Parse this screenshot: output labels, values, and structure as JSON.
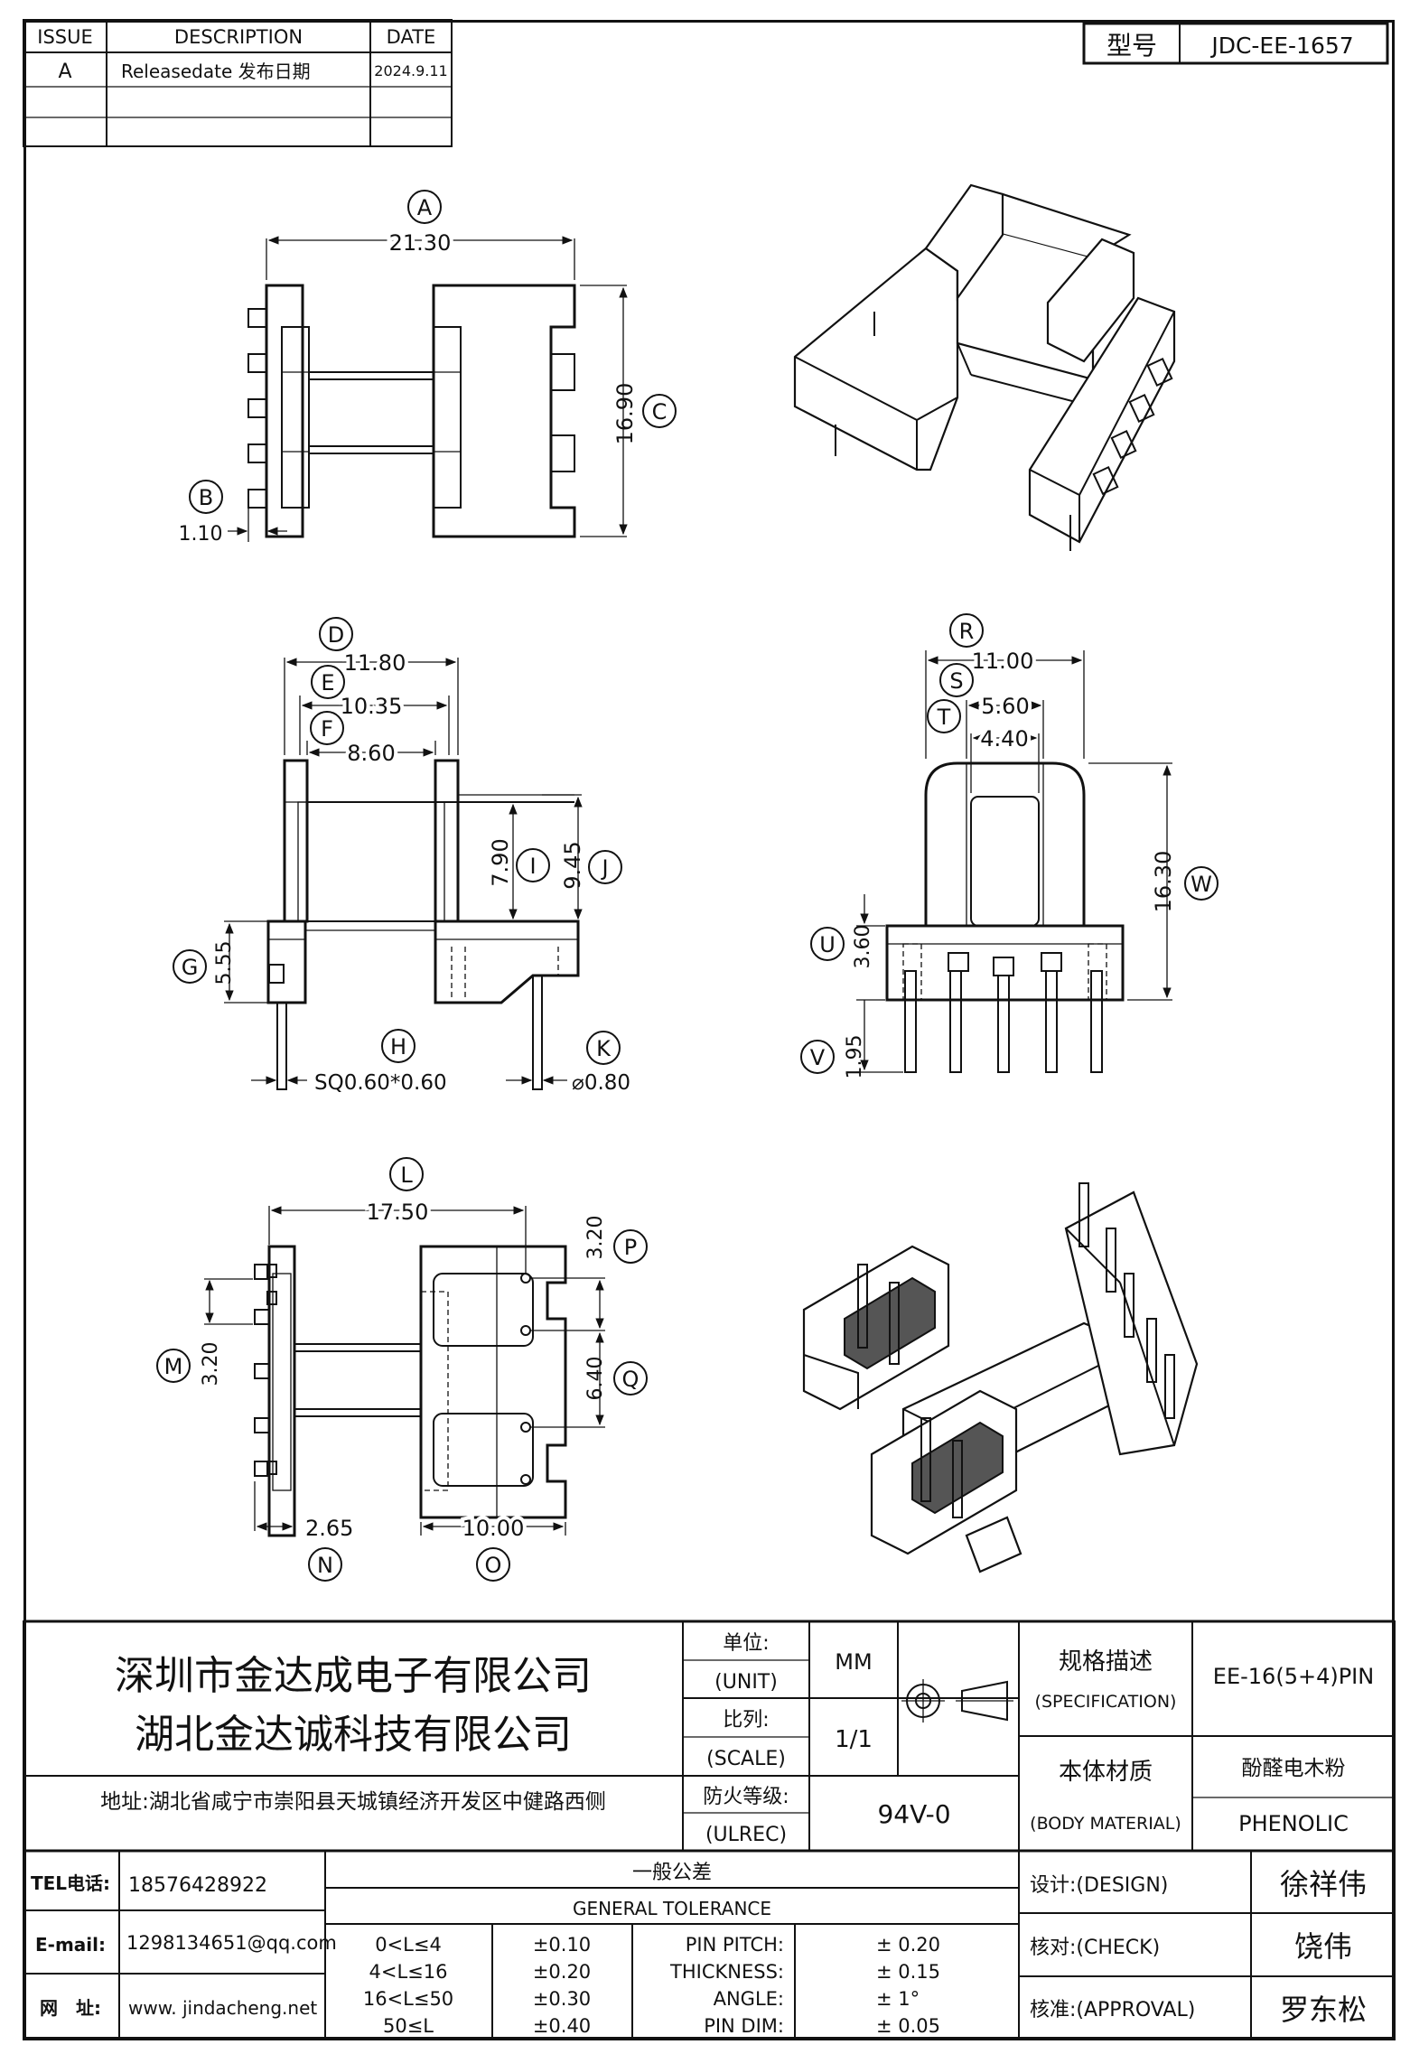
{
  "revision_table": {
    "headers": [
      "ISSUE",
      "DESCRIPTION",
      "DATE"
    ],
    "rows": [
      {
        "issue": "A",
        "description": "Releasedate 发布日期",
        "date": "2024.9.11"
      }
    ]
  },
  "model_box": {
    "label": "型号",
    "value": "JDC-EE-1657"
  },
  "callouts": {
    "A": "A",
    "B": "B",
    "C": "C",
    "D": "D",
    "E": "E",
    "F": "F",
    "G": "G",
    "H": "H",
    "I": "I",
    "J": "J",
    "K": "K",
    "L": "L",
    "M": "M",
    "N": "N",
    "O": "O",
    "P": "P",
    "Q": "Q",
    "R": "R",
    "S": "S",
    "T": "T",
    "U": "U",
    "V": "V",
    "W": "W"
  },
  "dimensions": {
    "A": "21.30",
    "B": "1.10",
    "C": "16.90",
    "D": "11.80",
    "E": "10.35",
    "F": "8.60",
    "G": "5.55",
    "H": "SQ0.60*0.60",
    "I": "7.90",
    "J": "9.45",
    "K": "⌀0.80",
    "L": "17.50",
    "M": "3.20",
    "N": "2.65",
    "O": "10.00",
    "P": "3.20",
    "Q": "6.40",
    "R": "11.00",
    "S": "5.60",
    "T": "4.40",
    "U": "3.60",
    "V": "1.95",
    "W": "16.30"
  },
  "title_block": {
    "company_1": "深圳市金达成电子有限公司",
    "company_2": "湖北金达诚科技有限公司",
    "address": "地址:湖北省咸宁市崇阳县天城镇经济开发区中健路西侧",
    "tel_label": "TEL电话:",
    "tel_value": "18576428922",
    "email_label": "E-mail:",
    "email_value": "1298134651@qq.com",
    "web_label": "网　址:",
    "web_value": "www. jindacheng.net",
    "unit_label_cn": "单位:",
    "unit_label_en": "(UNIT)",
    "unit_value": "MM",
    "scale_label_cn": "比列:",
    "scale_label_en": "(SCALE)",
    "scale_value": "1/1",
    "ul_label_cn": "防火等级:",
    "ul_label_en": "(ULREC)",
    "ul_value": "94V-0",
    "spec_label_cn": "规格描述",
    "spec_label_en": "(SPECIFICATION)",
    "spec_value": "EE-16(5+4)PIN",
    "material_label_cn": "本体材质",
    "material_label_en": "(BODY MATERIAL)",
    "material_value_cn": "酚醛电木粉",
    "material_value_en": "PHENOLIC",
    "tolerance_title_cn": "一般公差",
    "tolerance_title_en": "GENERAL TOLERANCE",
    "tolerance_rows": [
      {
        "range": "0<L≤4",
        "tol": "±0.10",
        "item": "PIN PITCH:",
        "val": "±  0.20"
      },
      {
        "range": "4<L≤16",
        "tol": "±0.20",
        "item": "THICKNESS:",
        "val": "±  0.15"
      },
      {
        "range": "16<L≤50",
        "tol": "±0.30",
        "item": "ANGLE:",
        "val": "±  1°"
      },
      {
        "range": "50≤L",
        "tol": "±0.40",
        "item": "PIN DIM:",
        "val": "±  0.05"
      }
    ],
    "design_label": "设计:(DESIGN)",
    "design_value": "徐祥伟",
    "check_label": "核对:(CHECK)",
    "check_value": "饶伟",
    "approval_label": "核准:(APPROVAL)",
    "approval_value": "罗东松"
  }
}
